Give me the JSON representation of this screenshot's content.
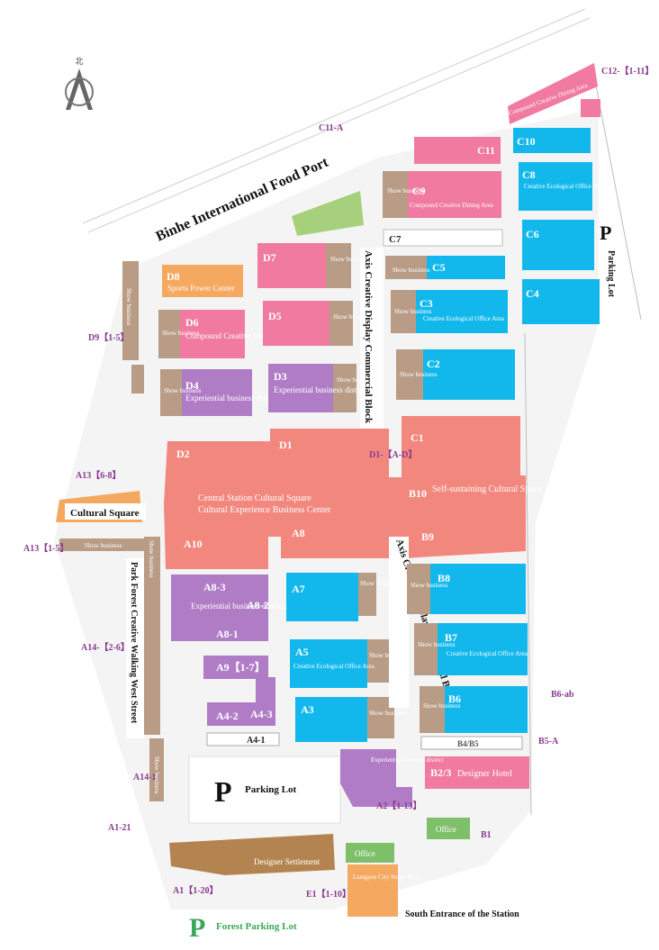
{
  "compass": {
    "letter": "北"
  },
  "titles": {
    "food_port": "Binhe International Food Port",
    "axis_north": "Axis Creative Display Commercial Block",
    "axis_south": "Axis Creative Display Commercial Block",
    "cultural_square": "Cultural Square",
    "park_street": "Park Forest Creative Walking West Street",
    "parking_lot_east": "Parking Lot",
    "parking_lot_center": "Parking Lot",
    "forest_parking": "Forest Parking Lot",
    "south_entrance": "South Entrance of the Station",
    "parking_symbol": "P"
  },
  "external_labels": {
    "c11a": "C11-A",
    "c12": "C12-【1-11】",
    "d9": "D9【1-5】",
    "a13_68": "A13【6-8】",
    "a13_15": "A13【1-5】",
    "a14_26": "A14-【2-6】",
    "a14_1": "A14-1",
    "a1_21": "A1-21",
    "a1": "A1【1-20】",
    "e1": "E1【1-10】",
    "a2": "A2【1-13】",
    "b1": "B1",
    "b6ab": "B6-ab",
    "b5a": "B5-A",
    "d1a": "D1-【A-D】",
    "a4_1": "A4-1"
  },
  "blocks": {
    "c11": "C11",
    "c10": "C10",
    "c9": "C9",
    "c9_desc": "Compound Creative Dining Area",
    "c8": "C8",
    "c8_desc": "Creative Ecological Office Area",
    "c7": "C7",
    "c6": "C6",
    "c5": "C5",
    "c4": "C4",
    "c3": "C3",
    "c3_desc": "Creative Ecological Office Area",
    "c2": "C2",
    "c1": "C1",
    "c12_desc": "Compound Creative Dining Area",
    "d8": "D8",
    "d8_desc": "Sports Power Center",
    "d7": "D7",
    "d6": "D6",
    "d6_desc": "Compound Creative Dining Area",
    "d5": "D5",
    "d4": "D4",
    "d4_desc": "Experiential business district",
    "d3": "D3",
    "d3_desc": "Experiential business district",
    "d2": "D2",
    "d1": "D1",
    "b10": "B10",
    "b10_desc": "Self-sustaining Cultural Space",
    "b9": "B9",
    "b8": "B8",
    "b7": "B7",
    "b7_desc": "Creative Ecological Office Area",
    "b6": "B6",
    "b45": "B4/B5",
    "b23": "B2/3",
    "b23_desc": "Designer Hotel",
    "central_1": "Central Station Cultural Square",
    "central_2": "Cultural Experience Business Center",
    "a10": "A10",
    "a8": "A8",
    "a7": "A7",
    "a5": "A5",
    "a5_desc": "Creative Ecological Office Area",
    "a3": "A3",
    "a83": "A8-3",
    "a82": "A8-2",
    "a81": "A8-1",
    "a8_desc": "Experiential business district",
    "a9": "A9【1-7】",
    "a42": "A4-2",
    "a43": "A4-3",
    "a2_desc": "Experiential business district",
    "office": "Office",
    "office2": "Office",
    "designer_settlement": "Designer Settlement",
    "liangyue": "Liangyue City Study Room",
    "show_business": "Show business"
  },
  "colors": {
    "pink": "#f07aa0",
    "salmon": "#f2877e",
    "cyan": "#12b8ec",
    "purple": "#b07cc6",
    "tan": "#b89c86",
    "orange": "#f4a860",
    "green": "#7fbf6a",
    "brown": "#b48450",
    "label": "#8a3b8f"
  }
}
